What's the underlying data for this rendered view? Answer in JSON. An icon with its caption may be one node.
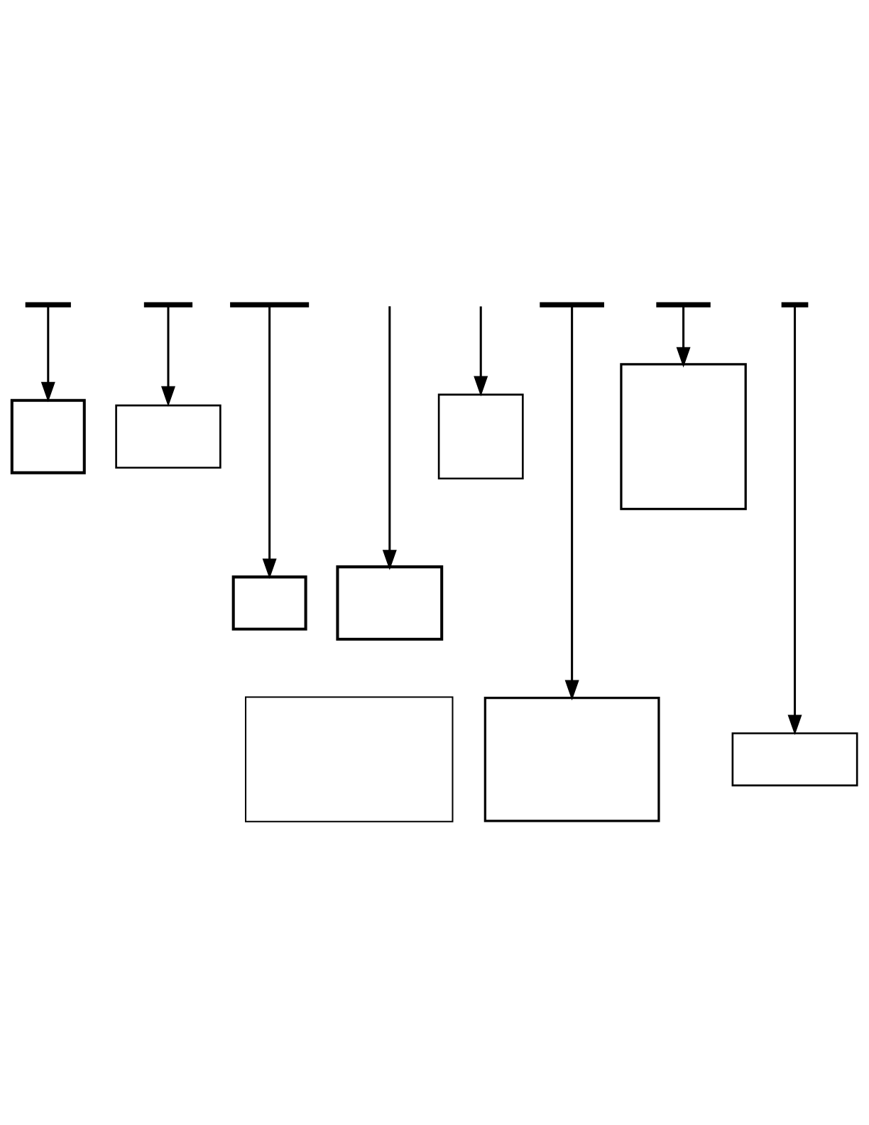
{
  "diagram": {
    "nodes": [
      {
        "text": [],
        "shape": "bar"
      },
      {
        "text": [],
        "shape": "bar"
      },
      {
        "text": [],
        "shape": "bar"
      },
      {
        "text": [],
        "shape": "bar"
      },
      {
        "text": [],
        "shape": "bar"
      },
      {
        "text": [],
        "shape": "bar"
      },
      {
        "text": [],
        "shape": "box"
      },
      {
        "text": [],
        "shape": "box"
      },
      {
        "text": [],
        "shape": "box"
      },
      {
        "text": [],
        "shape": "box"
      },
      {
        "text": [],
        "shape": "box"
      },
      {
        "text": [],
        "shape": "box"
      },
      {
        "text": [],
        "shape": "box"
      },
      {
        "text": [],
        "shape": "box"
      },
      {
        "text": [],
        "shape": "box"
      }
    ],
    "edges": [
      {
        "from": 0,
        "to": 6,
        "arrow": "to"
      },
      {
        "from": 1,
        "to": 7,
        "arrow": "to"
      },
      {
        "from": 2,
        "to": 10,
        "arrow": "to"
      },
      {
        "from": null,
        "to": 11,
        "arrow": "to"
      },
      {
        "from": null,
        "to": 8,
        "arrow": "to"
      },
      {
        "from": 3,
        "to": 12,
        "arrow": "to"
      },
      {
        "from": 4,
        "to": 9,
        "arrow": "to"
      },
      {
        "from": 5,
        "to": 13,
        "arrow": "to"
      }
    ]
  }
}
